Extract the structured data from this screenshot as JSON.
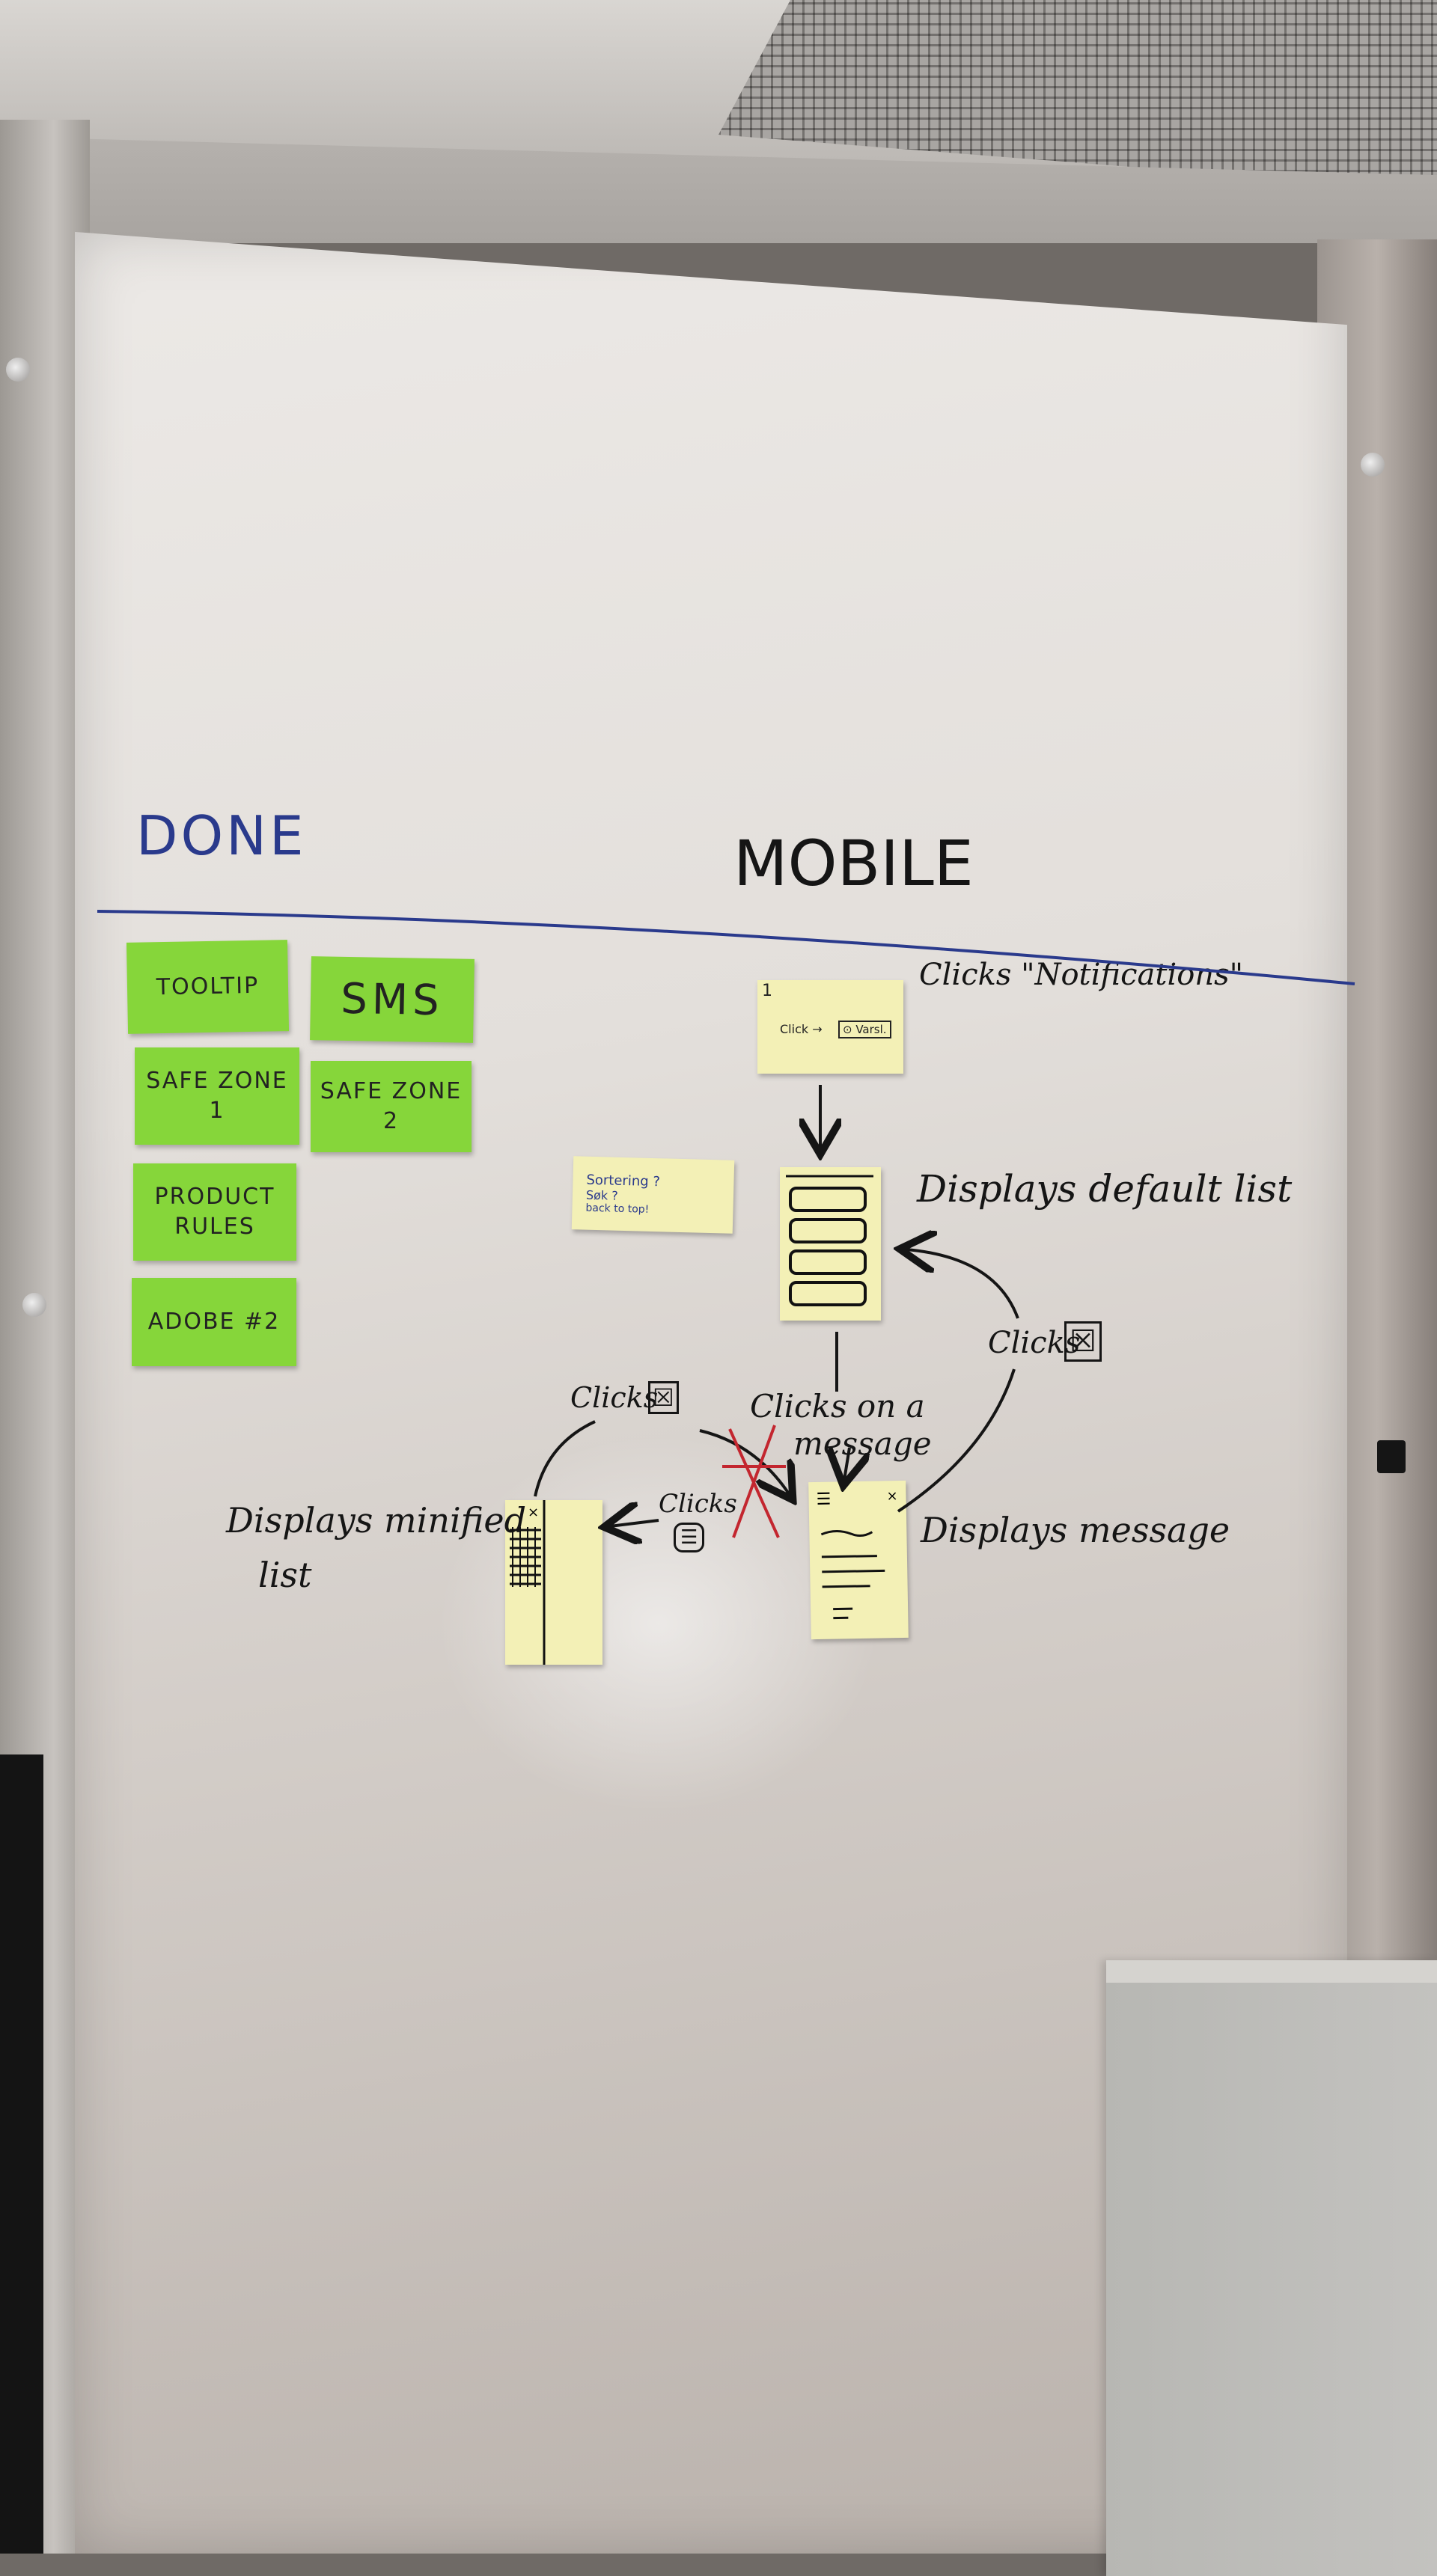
{
  "board": {
    "done_heading": "DONE",
    "mobile_heading": "MOBILE"
  },
  "done_notes": {
    "tooltip": "TOOLTIP",
    "sms": "SMS",
    "safe_zone_1": [
      "SAFE ZONE",
      "1"
    ],
    "safe_zone_2": [
      "SAFE ZONE",
      "2"
    ],
    "product_rules": [
      "PRODUCT",
      "RULES"
    ],
    "adobe": "ADOBE #2"
  },
  "sketch_notes": {
    "step_number": "1",
    "click_label": "Click →",
    "button_label": "⊙ Varsl.",
    "sorting_note": [
      "Sortering ?",
      "Søk ?",
      "back to top!"
    ]
  },
  "flow_labels": {
    "clicks_notifications": "Clicks \"Notifications\"",
    "displays_default_list": "Displays default list",
    "clicks_close_right": "Clicks",
    "clicks_on_message": [
      "Clicks on a",
      "message"
    ],
    "clicks_close_left": "Clicks",
    "clicks_list_icon": "Clicks",
    "displays_message": "Displays message",
    "displays_minified_list": [
      "Displays minified",
      "list"
    ]
  },
  "icons": {
    "close_box": "☒",
    "list_box": "☰"
  },
  "colors": {
    "sticky_green": "#86d63a",
    "sticky_yellow": "#f3f0b6",
    "marker_blue": "#2a3a8c",
    "marker_red": "#c3262f"
  }
}
